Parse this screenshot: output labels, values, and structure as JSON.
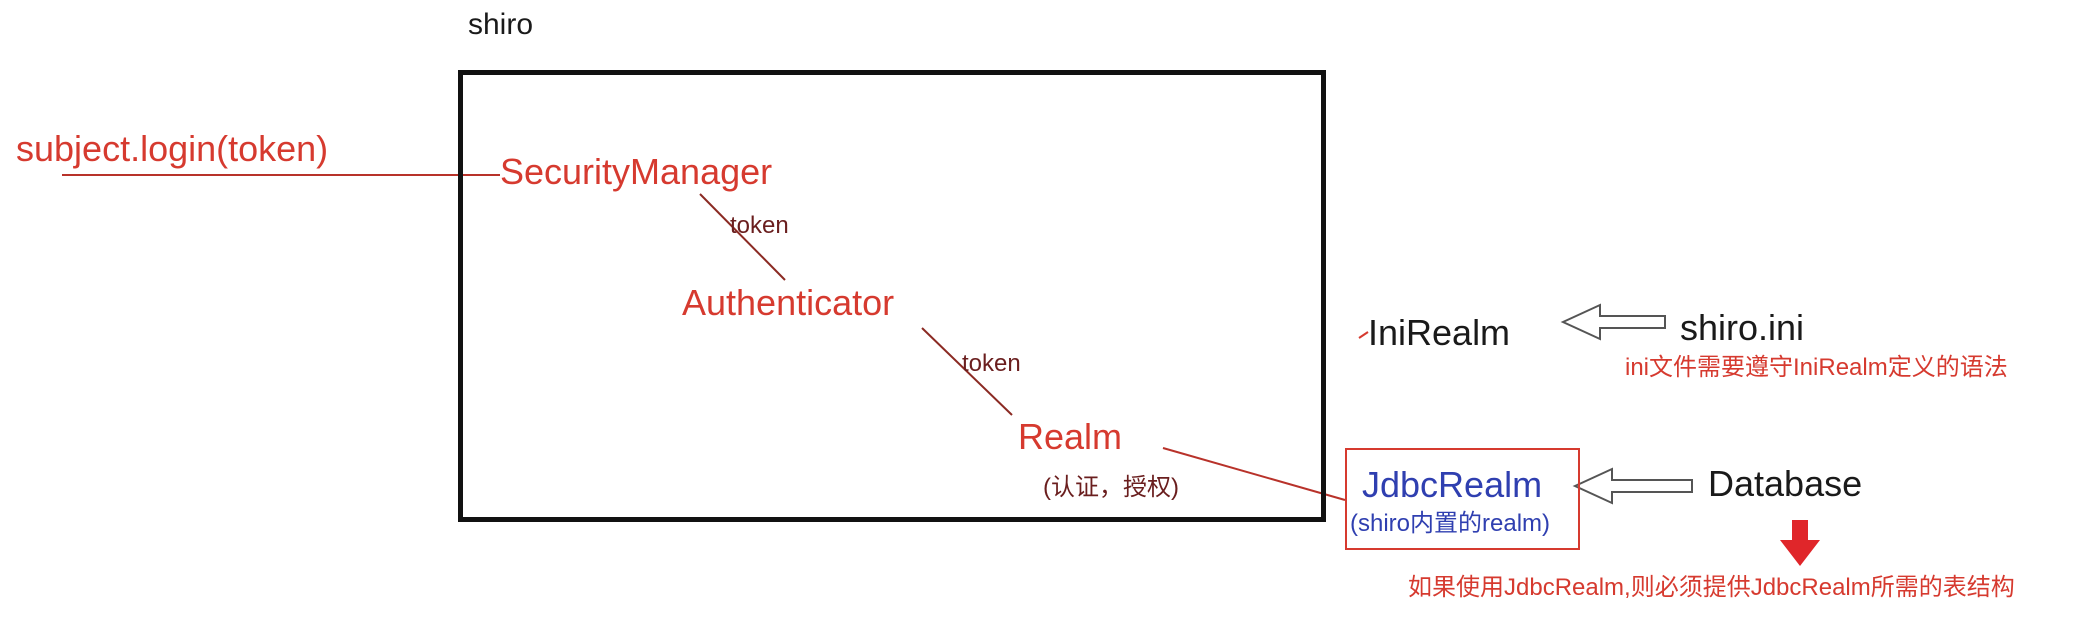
{
  "diagram": {
    "title": "shiro",
    "caller": "subject.login(token)",
    "security_manager": "SecurityManager",
    "token_1": "token",
    "authenticator": "Authenticator",
    "token_2": "token",
    "realm": "Realm",
    "realm_note": "(认证，授权)",
    "ini_realm": "IniRealm",
    "ini_source": "shiro.ini",
    "ini_note": "ini文件需要遵守IniRealm定义的语法",
    "jdbc_realm": "JdbcRealm",
    "jdbc_note": "(shiro内置的realm)",
    "database": "Database",
    "jdbc_requirement": "如果使用JdbcRealm,则必须提供JdbcRealm所需的表结构"
  },
  "colors": {
    "red": "#d63a2f",
    "blue": "#2f3fb0",
    "dark": "#1a1a1a",
    "maroon": "#6a1e1e"
  }
}
